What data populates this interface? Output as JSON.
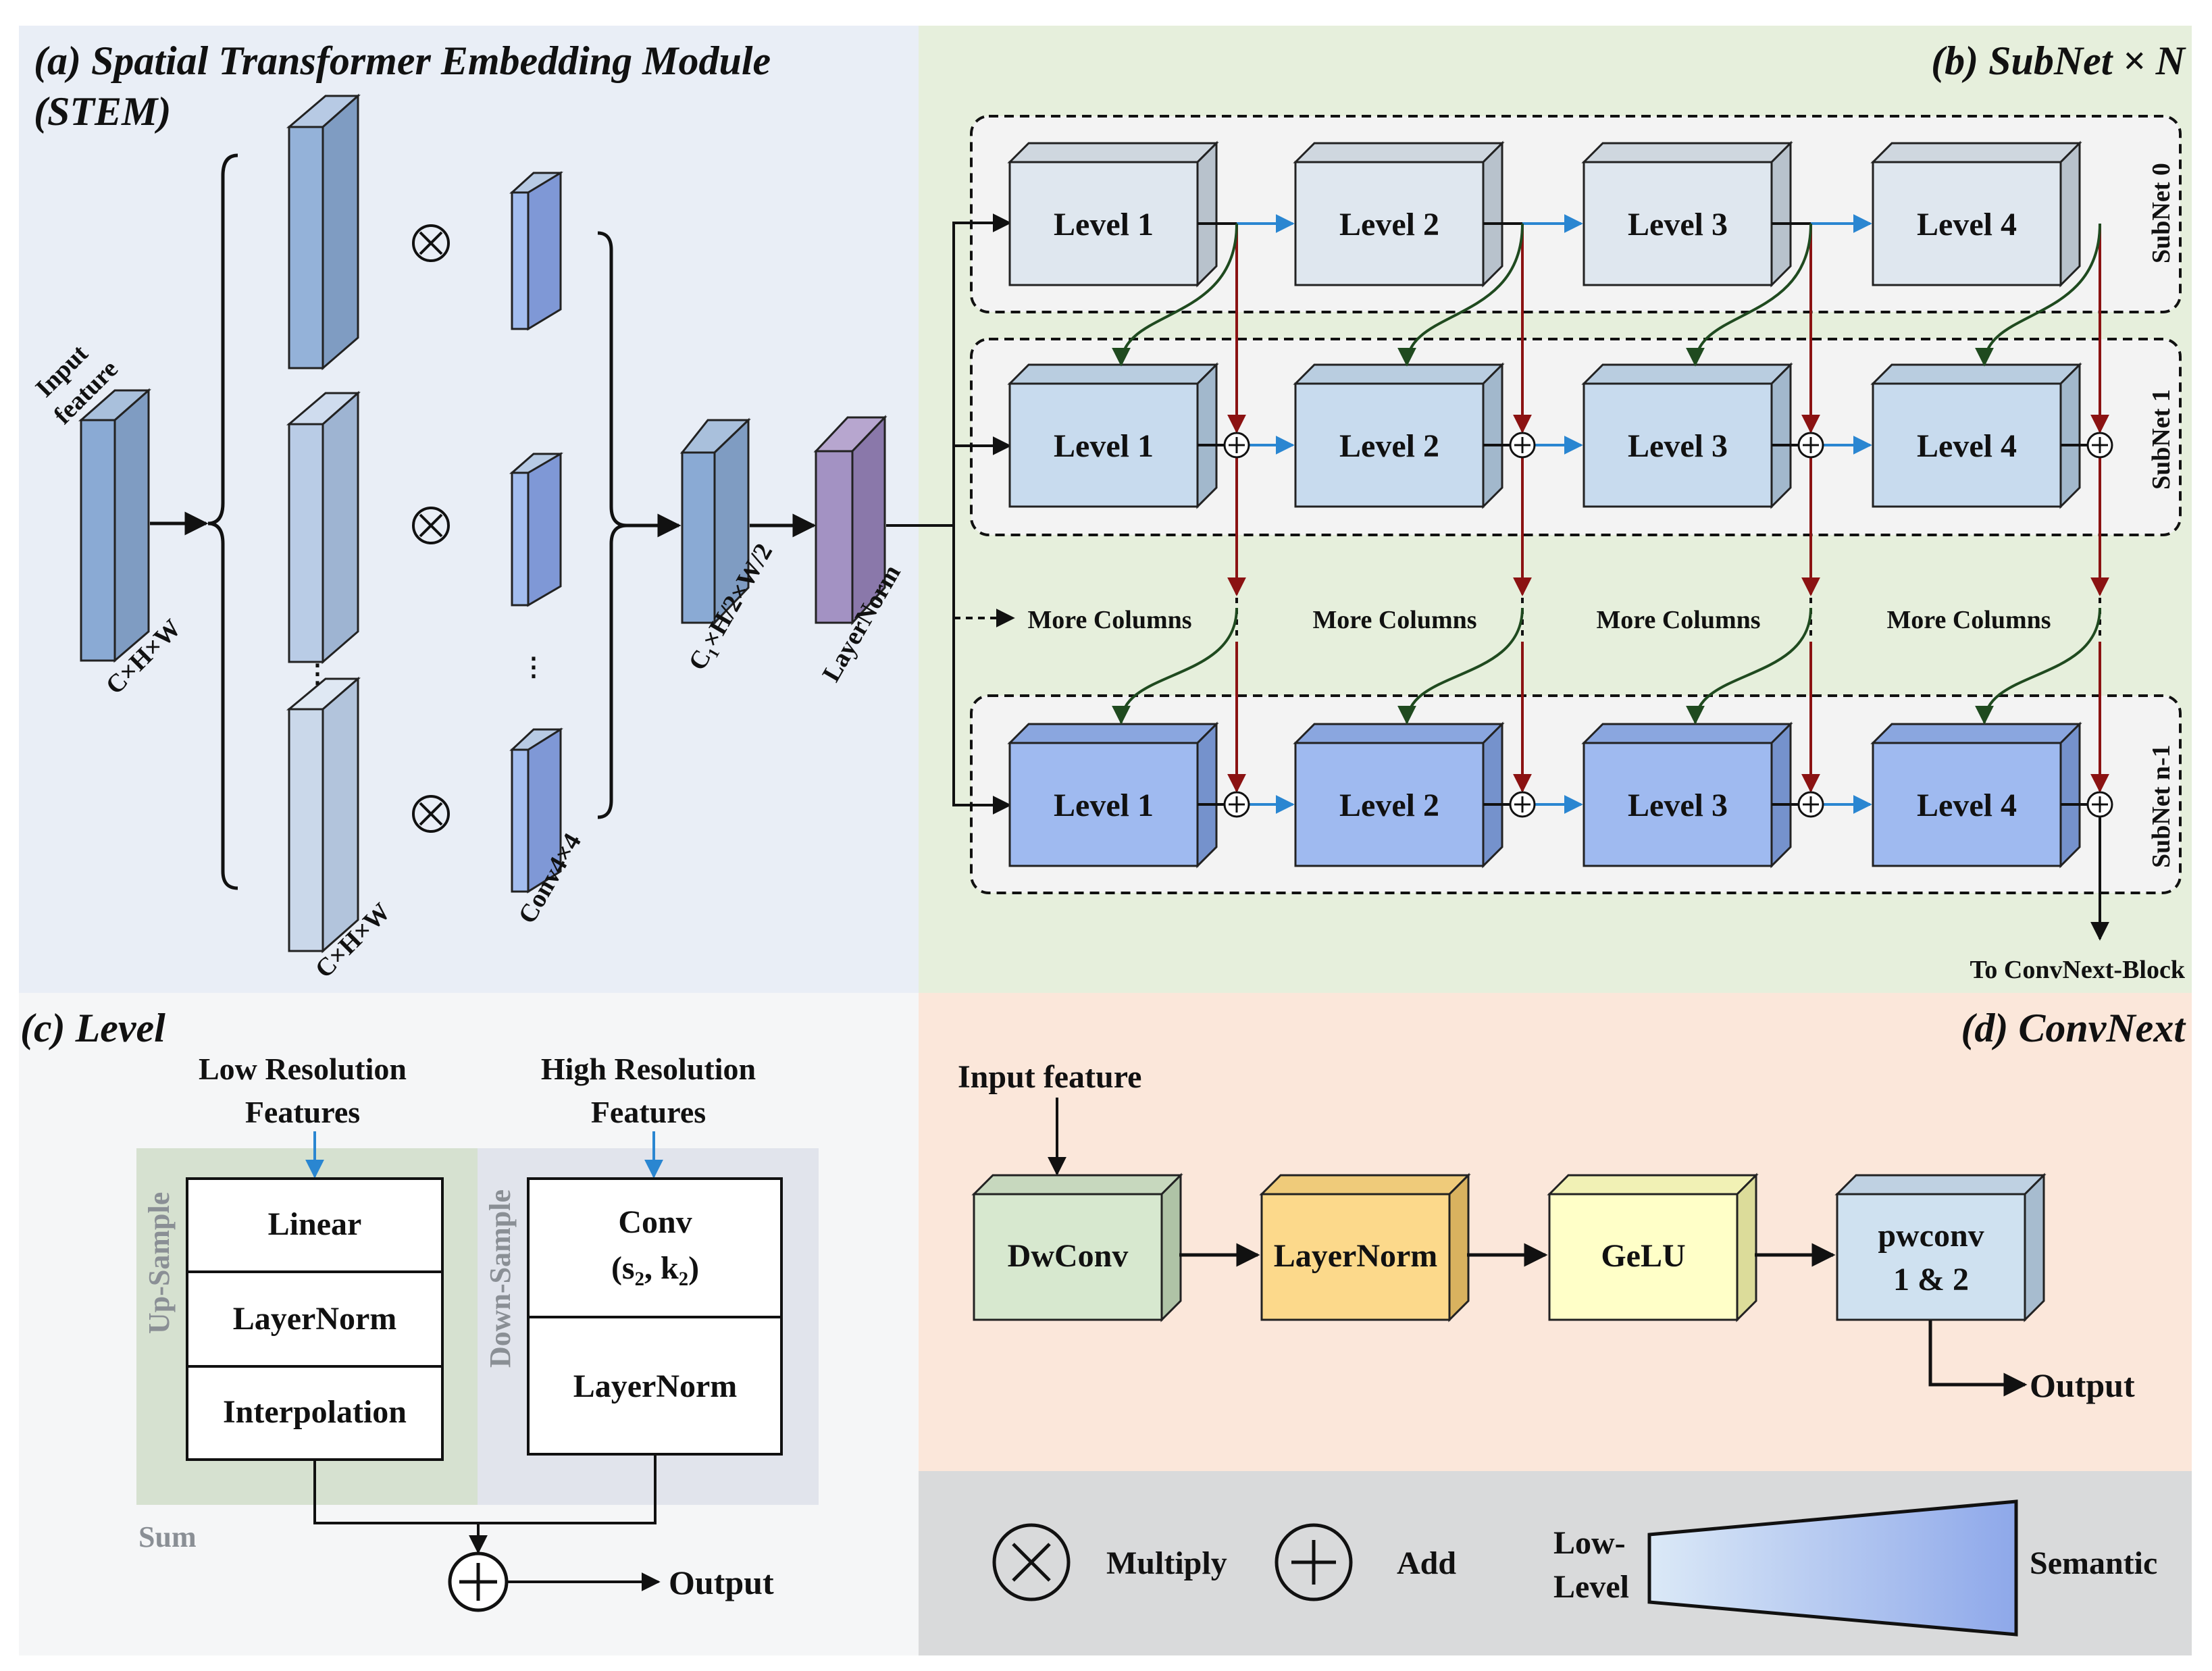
{
  "panels": {
    "stem_title": "(a) Spatial Transformer Embedding Module",
    "stem_title_2": "(STEM)",
    "subnet_title": "(b) SubNet × N",
    "level_title": "(c) Level",
    "convnext_title": "(d) ConvNext"
  },
  "stem": {
    "input_label_1": "Input",
    "input_label_2": "feature",
    "input_dim": "C×H×W",
    "split_dim": "C×H×W",
    "conv_label": "Conv4×4",
    "merged_dim": "C₁×H/2×W/2",
    "layernorm_label": "LayerNorm",
    "multiply_symbol": "⊗",
    "ellipsis": "⋮"
  },
  "subnet": {
    "level_labels": [
      "Level 1",
      "Level 2",
      "Level 3",
      "Level 4"
    ],
    "row_labels": [
      "SubNet 0",
      "SubNet 1",
      "SubNet n-1"
    ],
    "more_columns": "More Columns",
    "to_convnext": "To ConvNext-Block"
  },
  "level": {
    "low_res_1": "Low Resolution",
    "low_res_2": "Features",
    "high_res_1": "High Resolution",
    "high_res_2": "Features",
    "up_sample": "Up-Sample",
    "down_sample": "Down-Sample",
    "linear": "Linear",
    "layernorm": "LayerNorm",
    "interpolation": "Interpolation",
    "conv_1": "Conv",
    "conv_2": "(s₂, k₂)",
    "layernorm_2": "LayerNorm",
    "sum": "Sum",
    "output": "Output"
  },
  "convnext": {
    "input_feature": "Input feature",
    "blocks": [
      "DwConv",
      "LayerNorm",
      "GeLU",
      "pwconv",
      "1 & 2"
    ],
    "output": "Output"
  },
  "legend": {
    "multiply": "Multiply",
    "add": "Add",
    "low_1": "Low-",
    "low_2": "Level",
    "semantic": "Semantic"
  },
  "colors": {
    "stem_bg": "#e9eef6",
    "subnet_bg": "#e6efdc",
    "level_bg": "#f5f6f7",
    "convnext_bg": "#fbe7da",
    "legend_bg": "#d9dadb",
    "red_arrow": "#8b1212",
    "green_arrow": "#1f4a1f",
    "blue_arrow": "#2a86d1"
  }
}
